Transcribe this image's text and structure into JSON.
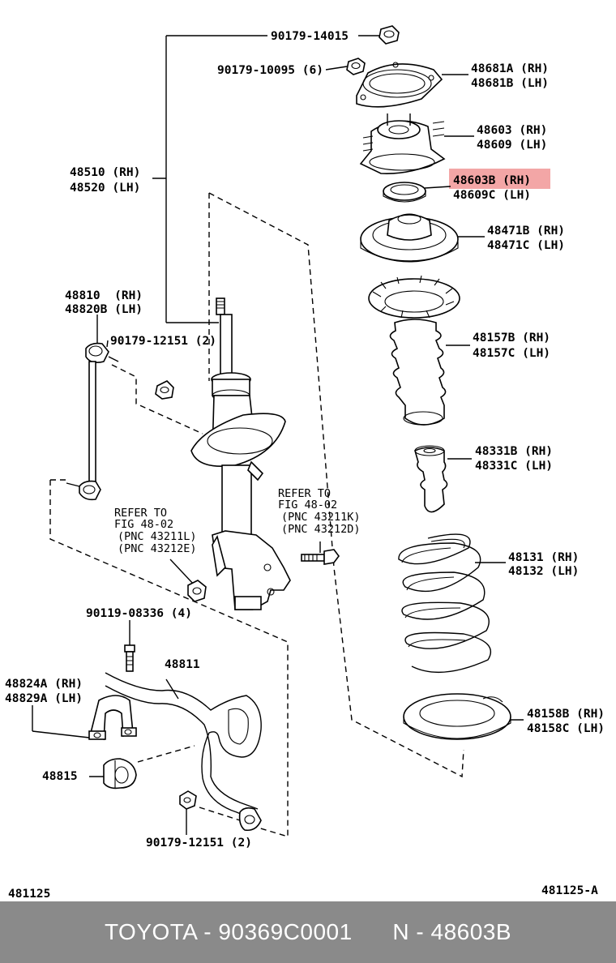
{
  "labels": {
    "nut_top": "90179-14015",
    "nut_support": "90179-10095 (6)",
    "support_rh": "48681A (RH)",
    "support_lh": "48681B (LH)",
    "mount_rh": "48603 (RH)",
    "mount_lh": "48609 (LH)",
    "bearing_rh": "48603B (RH)",
    "bearing_lh": "48609C (LH)",
    "seat_rh": "48471B (RH)",
    "seat_lh": "48471C (LH)",
    "strut_rh": "48510 (RH)",
    "strut_lh": "48520 (LH)",
    "link_rh": "48810  (RH)",
    "link_lh": "48820B (LH)",
    "nut_link": "90179-12151 (2)",
    "boot_rh": "48157B (RH)",
    "boot_lh": "48157C (LH)",
    "bumper_rh": "48331B (RH)",
    "bumper_lh": "48331C (LH)",
    "spring_rh": "48131 (RH)",
    "spring_lh": "48132 (LH)",
    "ref_right_1": "REFER TO",
    "ref_right_2": "FIG 48-02",
    "ref_right_3": "(PNC 43211K)",
    "ref_right_4": "(PNC 43212D)",
    "ref_left_1": "REFER TO",
    "ref_left_2": "FIG 48-02",
    "ref_left_3": "(PNC 43211L)",
    "ref_left_4": "(PNC 43212E)",
    "bolt_bracket": "90119-08336 (4)",
    "stabilizer_bar": "48811",
    "bracket_rh": "48824A (RH)",
    "bracket_lh": "48829A (LH)",
    "bushing": "48815",
    "nut_bottom": "90179-12151 (2)",
    "insulator_rh": "48158B (RH)",
    "insulator_lh": "48158C (LH)",
    "fig_left": "481125",
    "fig_right": "481125-A"
  },
  "highlight_color": "#f3a6a6",
  "footer": {
    "brand_part": "TOYOTA - 90369C0001",
    "ref": "N - 48603B"
  }
}
